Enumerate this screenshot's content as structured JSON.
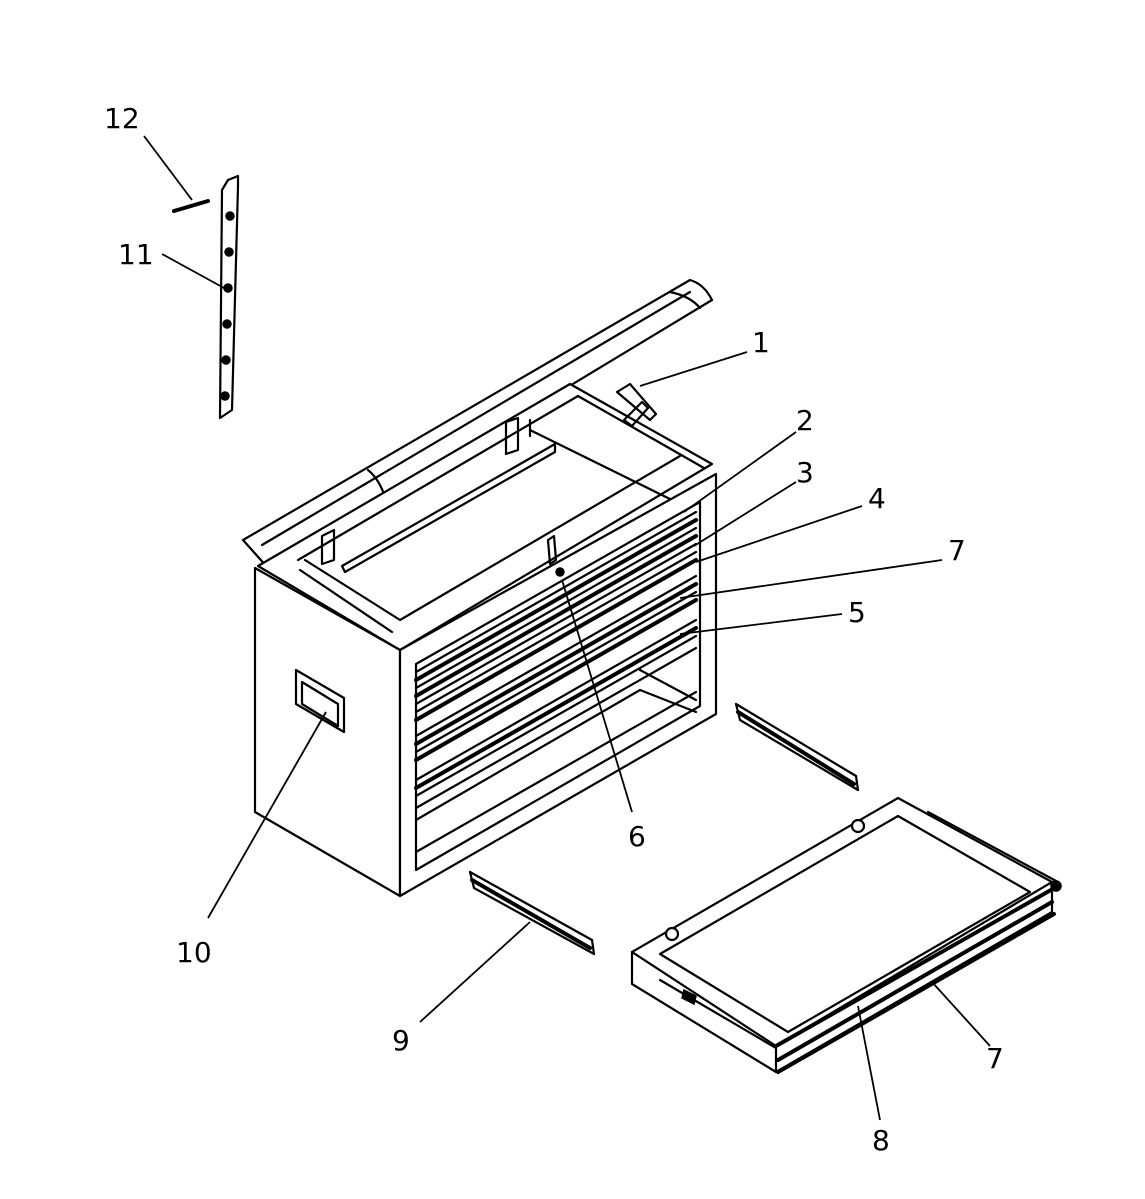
{
  "callouts": [
    {
      "id": "c1",
      "text": "1"
    },
    {
      "id": "c2",
      "text": "2"
    },
    {
      "id": "c3",
      "text": "3"
    },
    {
      "id": "c4",
      "text": "4"
    },
    {
      "id": "c5",
      "text": "5"
    },
    {
      "id": "c6",
      "text": "6"
    },
    {
      "id": "c7a",
      "text": "7"
    },
    {
      "id": "c7b",
      "text": "7"
    },
    {
      "id": "c8",
      "text": "8"
    },
    {
      "id": "c9",
      "text": "9"
    },
    {
      "id": "c10",
      "text": "10"
    },
    {
      "id": "c11",
      "text": "11"
    },
    {
      "id": "c12",
      "text": "12"
    }
  ]
}
